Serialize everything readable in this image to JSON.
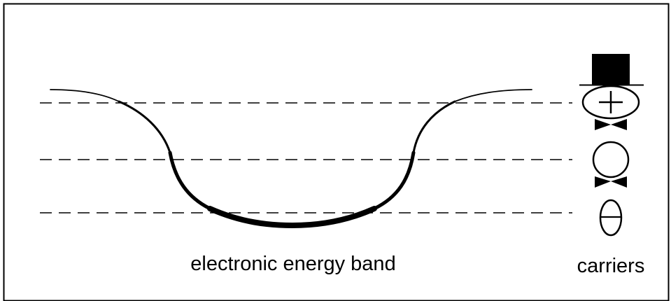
{
  "labels": {
    "band": "electronic energy band",
    "carriers": "carriers"
  },
  "carriers": [
    {
      "name": "hole",
      "symbol": "+",
      "icon": "top-hat-bowtie-icon"
    },
    {
      "name": "exciton",
      "symbol": "",
      "icon": "circle-bowtie-icon"
    },
    {
      "name": "electron",
      "symbol": "−",
      "icon": "ellipse-minus-icon"
    }
  ],
  "colors": {
    "stroke": "#000000",
    "background": "#ffffff"
  }
}
